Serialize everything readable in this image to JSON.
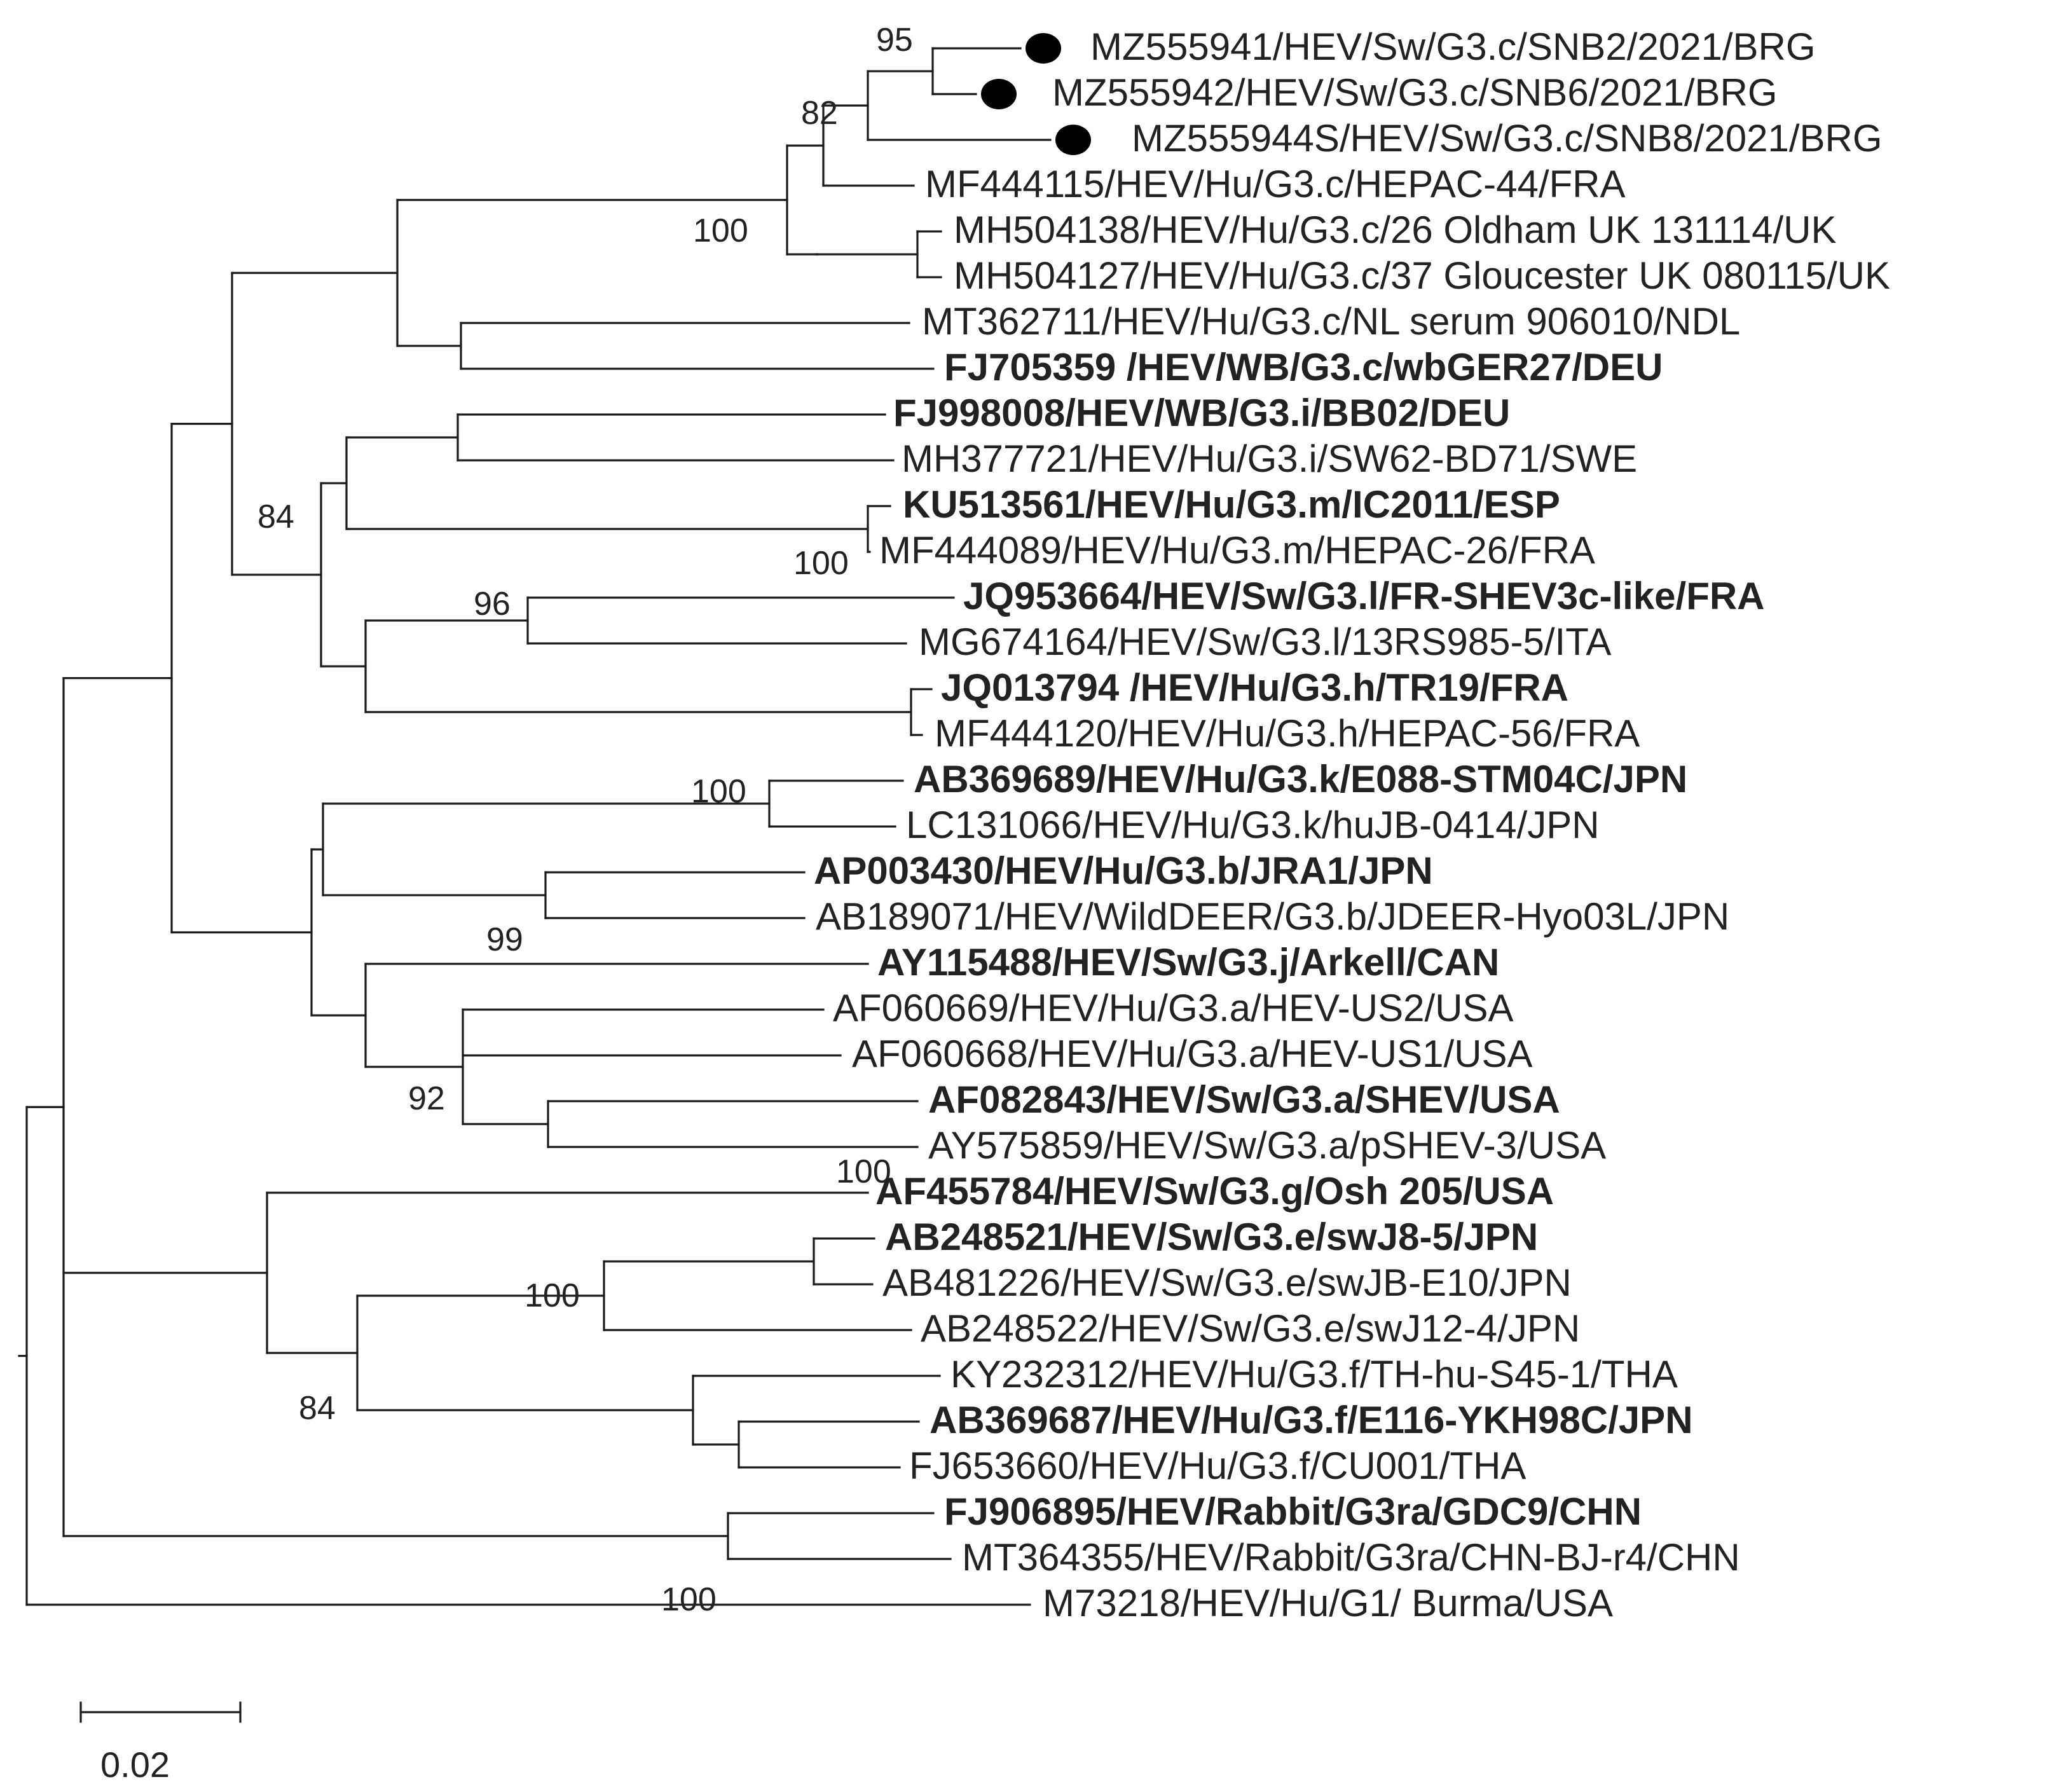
{
  "tree": {
    "scale_bar": {
      "label": "0.02"
    },
    "leaves": [
      {
        "label": "MZ555941/HEV/Sw/G3.c/SNB2/2021/BRG",
        "bold": false,
        "marker": "filled-circle"
      },
      {
        "label": "MZ555942/HEV/Sw/G3.c/SNB6/2021/BRG",
        "bold": false,
        "marker": "filled-circle"
      },
      {
        "label": "MZ555944S/HEV/Sw/G3.c/SNB8/2021/BRG",
        "bold": false,
        "marker": "filled-circle"
      },
      {
        "label": "MF444115/HEV/Hu/G3.c/HEPAC-44/FRA",
        "bold": false
      },
      {
        "label": "MH504138/HEV/Hu/G3.c/26 Oldham UK 131114/UK",
        "bold": false
      },
      {
        "label": "MH504127/HEV/Hu/G3.c/37 Gloucester UK 080115/UK",
        "bold": false
      },
      {
        "label": "MT362711/HEV/Hu/G3.c/NL serum 906010/NDL",
        "bold": false
      },
      {
        "label": "FJ705359 /HEV/WB/G3.c/wbGER27/DEU",
        "bold": true
      },
      {
        "label": "FJ998008/HEV/WB/G3.i/BB02/DEU",
        "bold": true
      },
      {
        "label": "MH377721/HEV/Hu/G3.i/SW62-BD71/SWE",
        "bold": false
      },
      {
        "label": "KU513561/HEV/Hu/G3.m/IC2011/ESP",
        "bold": true
      },
      {
        "label": "MF444089/HEV/Hu/G3.m/HEPAC-26/FRA",
        "bold": false
      },
      {
        "label": "JQ953664/HEV/Sw/G3.l/FR-SHEV3c-like/FRA",
        "bold": true
      },
      {
        "label": "MG674164/HEV/Sw/G3.l/13RS985-5/ITA",
        "bold": false
      },
      {
        "label": "JQ013794 /HEV/Hu/G3.h/TR19/FRA",
        "bold": true
      },
      {
        "label": "MF444120/HEV/Hu/G3.h/HEPAC-56/FRA",
        "bold": false
      },
      {
        "label": "AB369689/HEV/Hu/G3.k/E088-STM04C/JPN",
        "bold": true
      },
      {
        "label": "LC131066/HEV/Hu/G3.k/huJB-0414/JPN",
        "bold": false
      },
      {
        "label": "AP003430/HEV/Hu/G3.b/JRA1/JPN",
        "bold": true
      },
      {
        "label": "AB189071/HEV/WildDEER/G3.b/JDEER-Hyo03L/JPN",
        "bold": false
      },
      {
        "label": "AY115488/HEV/Sw/G3.j/Arkell/CAN",
        "bold": true
      },
      {
        "label": "AF060669/HEV/Hu/G3.a/HEV-US2/USA",
        "bold": false
      },
      {
        "label": "AF060668/HEV/Hu/G3.a/HEV-US1/USA",
        "bold": false
      },
      {
        "label": "AF082843/HEV/Sw/G3.a/SHEV/USA",
        "bold": true
      },
      {
        "label": "AY575859/HEV/Sw/G3.a/pSHEV-3/USA",
        "bold": false
      },
      {
        "label": "AF455784/HEV/Sw/G3.g/Osh   205/USA",
        "bold": true
      },
      {
        "label": "AB248521/HEV/Sw/G3.e/swJ8-5/JPN",
        "bold": true
      },
      {
        "label": "AB481226/HEV/Sw/G3.e/swJB-E10/JPN",
        "bold": false
      },
      {
        "label": "AB248522/HEV/Sw/G3.e/swJ12-4/JPN",
        "bold": false
      },
      {
        "label": "KY232312/HEV/Hu/G3.f/TH-hu-S45-1/THA",
        "bold": false
      },
      {
        "label": "AB369687/HEV/Hu/G3.f/E116-YKH98C/JPN",
        "bold": true
      },
      {
        "label": "FJ653660/HEV/Hu/G3.f/CU001/THA",
        "bold": false
      },
      {
        "label": "FJ906895/HEV/Rabbit/G3ra/GDC9/CHN",
        "bold": true
      },
      {
        "label": "MT364355/HEV/Rabbit/G3ra/CHN-BJ-r4/CHN",
        "bold": false
      },
      {
        "label": "M73218/HEV/Hu/G1/ Burma/USA",
        "bold": false
      }
    ],
    "bootstrap_values": [
      "95",
      "82",
      "100",
      "84",
      "100",
      "96",
      "100",
      "99",
      "92",
      "100",
      "100",
      "84",
      "100"
    ]
  }
}
